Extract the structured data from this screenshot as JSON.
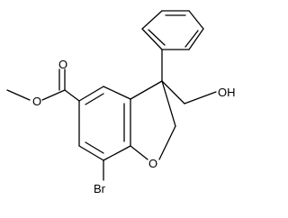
{
  "molecule": {
    "atoms": {
      "oxygen_carbonyl": "O",
      "oxygen_ester": "O",
      "oxygen_ring": "O",
      "hydroxyl": "OH",
      "bromine": "Br"
    }
  }
}
